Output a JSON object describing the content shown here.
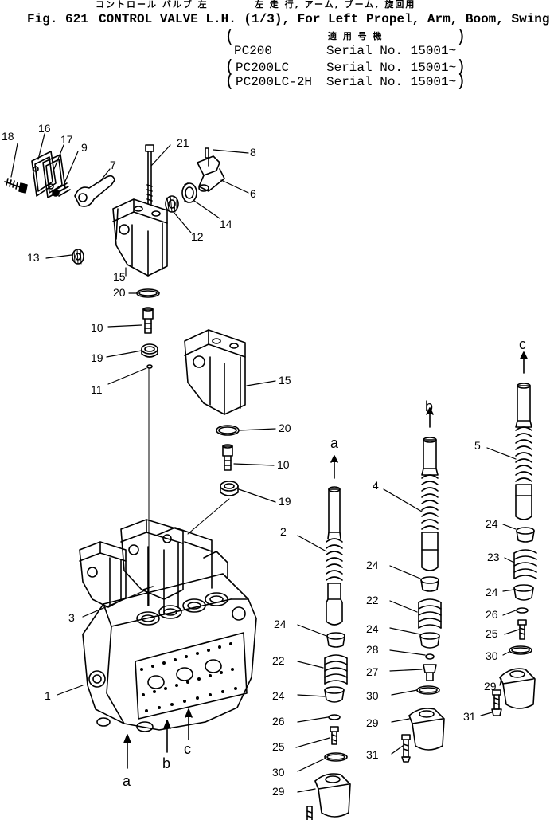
{
  "header": {
    "jp_line": "コントロール バルブ 左          左 走 行, アーム, ブーム, 旋回用",
    "fig_label": "Fig. 621",
    "title": "CONTROL VALVE L.H. (1/3), For Left Propel, Arm, Boom, Swing",
    "applicable_models_jp": "適 用 号 機",
    "models": [
      {
        "model": "PC200",
        "serial": "Serial No. 15001~"
      },
      {
        "model": "PC200LC",
        "serial": "Serial No. 15001~"
      },
      {
        "model": "PC200LC-2H",
        "serial": "Serial No. 15001~"
      }
    ]
  },
  "callouts": {
    "n1": "1",
    "n2": "2",
    "n3": "3",
    "n4": "4",
    "n5": "5",
    "n6": "6",
    "n7": "7",
    "n8": "8",
    "n9": "9",
    "n10a": "10",
    "n10b": "10",
    "n11": "11",
    "n12": "12",
    "n13": "13",
    "n14": "14",
    "n15a": "15",
    "n15b": "15",
    "n16": "16",
    "n17": "17",
    "n18": "18",
    "n19a": "19",
    "n19b": "19",
    "n20a": "20",
    "n20b": "20",
    "n21": "21",
    "n22a": "22",
    "n22b": "22",
    "n23": "23",
    "n24a": "24",
    "n24b": "24",
    "n24c": "24",
    "n24d": "24",
    "n24e": "24",
    "n24f": "24",
    "n25a": "25",
    "n25b": "25",
    "n26a": "26",
    "n26b": "26",
    "n27": "27",
    "n28": "28",
    "n29a": "29",
    "n29b": "29",
    "n29c": "29",
    "n30a": "30",
    "n30b": "30",
    "n30c": "30",
    "n31a": "31",
    "n31b": "31",
    "port_a_top": "a",
    "port_b_top": "b",
    "port_c_top": "c",
    "port_a_bot": "a",
    "port_b_bot": "b",
    "port_c_bot": "c"
  }
}
